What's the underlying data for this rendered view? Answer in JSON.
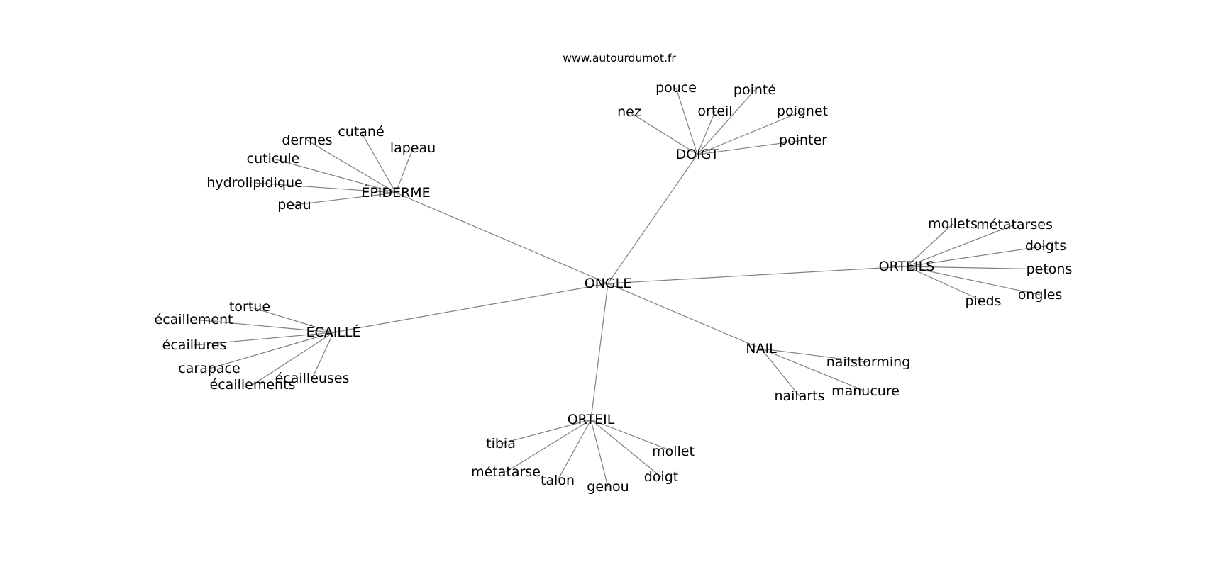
{
  "credit": "www.autourdumot.fr",
  "colors": {
    "edge": "#808080",
    "text": "#000000",
    "background": "#ffffff"
  },
  "graph": {
    "center": "ONGLE",
    "hubs": [
      {
        "id": "epiderme",
        "label": "ÉPIDERME",
        "leaves": [
          "dermes",
          "cutané",
          "lapeau",
          "cuticule",
          "hydrolipidique",
          "peau"
        ]
      },
      {
        "id": "doigt",
        "label": "DOIGT",
        "leaves": [
          "pouce",
          "pointé",
          "nez",
          "orteil",
          "poignet",
          "pointer"
        ]
      },
      {
        "id": "orteils",
        "label": "ORTEILS",
        "leaves": [
          "mollets",
          "métatarses",
          "doigts",
          "petons",
          "ongles",
          "pieds"
        ]
      },
      {
        "id": "ecaille",
        "label": "ÉCAILLÉ",
        "leaves": [
          "tortue",
          "écaillement",
          "écaillures",
          "carapace",
          "écaillements",
          "écailleuses"
        ]
      },
      {
        "id": "nail",
        "label": "NAIL",
        "leaves": [
          "nailstorming",
          "nailarts",
          "manucure"
        ]
      },
      {
        "id": "orteil",
        "label": "ORTEIL",
        "leaves": [
          "tibia",
          "mollet",
          "métatarse",
          "talon",
          "genou",
          "doigt"
        ]
      }
    ]
  }
}
